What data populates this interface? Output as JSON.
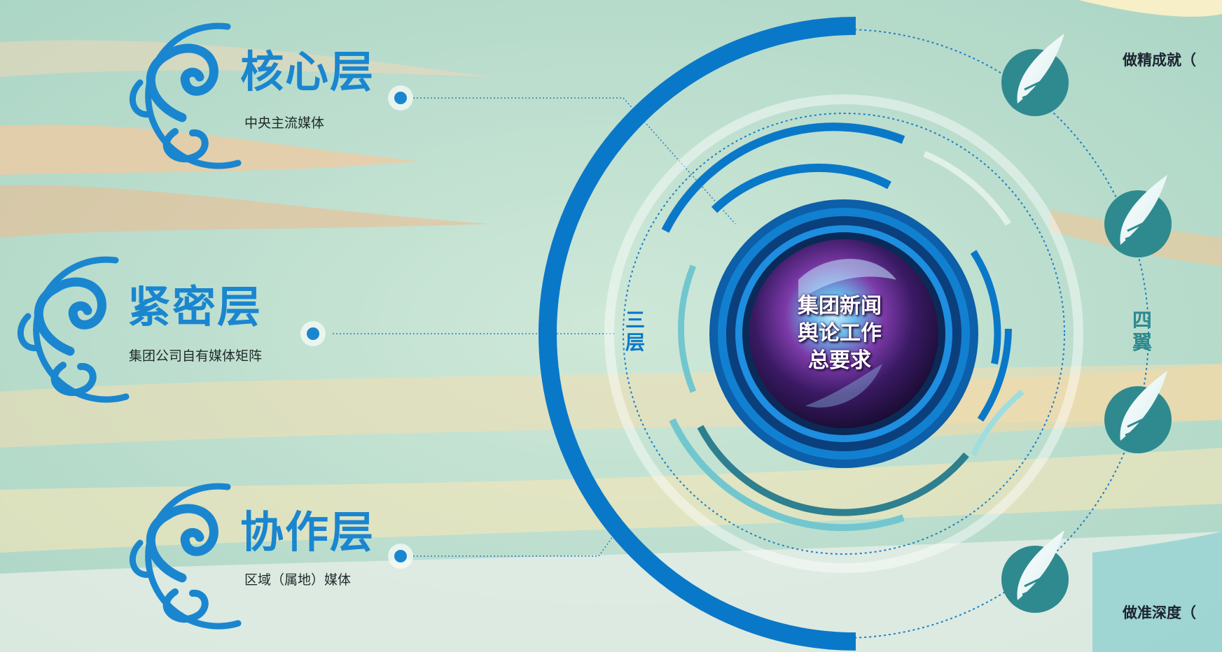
{
  "layers": {
    "core": {
      "title": "核心层",
      "subtitle": "中央主流媒体"
    },
    "close": {
      "title": "紧密层",
      "subtitle": "集团公司自有媒体矩阵"
    },
    "collab": {
      "title": "协作层",
      "subtitle": "区域（属地）媒体"
    }
  },
  "center": {
    "line1": "集团新闻",
    "line2": "舆论工作",
    "line3": "总要求"
  },
  "ring_labels": {
    "left": [
      "三",
      "层"
    ],
    "right": [
      "四",
      "翼"
    ]
  },
  "goals": {
    "top": "做精成就（",
    "bottom": "做准深度（"
  },
  "colors": {
    "primary_blue": "#1a86cf",
    "deep_blue": "#0a5fae",
    "teal": "#2e8a8f",
    "lens_purple": "#6b2a9c"
  }
}
